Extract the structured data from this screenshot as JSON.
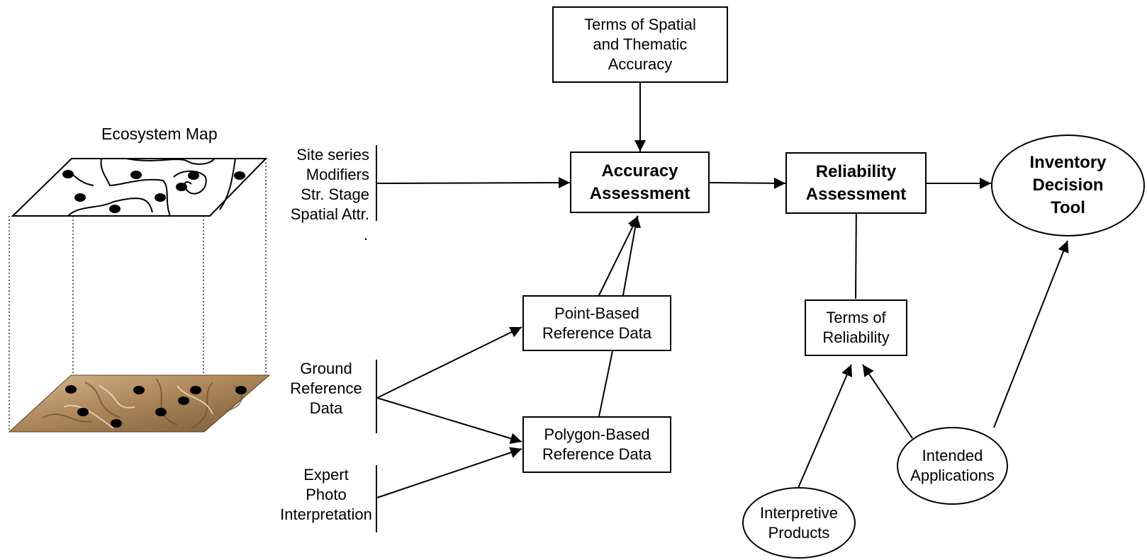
{
  "map": {
    "title": "Ecosystem Map"
  },
  "attributes": {
    "lines": "Site series\nModifiers\nStr. Stage\nSpatial Attr.",
    "dot": "."
  },
  "sources": {
    "ground": "Ground\nReference\nData",
    "expert": "Expert\nPhoto\nInterpretation"
  },
  "boxes": {
    "terms_spatial": "Terms of Spatial\nand Thematic\nAccuracy",
    "accuracy": "Accuracy\nAssessment",
    "reliability": "Reliability\nAssessment",
    "point_ref": "Point-Based\nReference Data",
    "polygon_ref": "Polygon-Based\nReference Data",
    "terms_reliability": "Terms of\nReliability"
  },
  "ellipses": {
    "inventory": "Inventory\nDecision\nTool",
    "intended": "Intended\nApplications",
    "interpretive": "Interpretive\nProducts"
  },
  "colors": {
    "terrain_light": "#c9a57c",
    "terrain_dark": "#8a6a45",
    "line": "#000000"
  }
}
